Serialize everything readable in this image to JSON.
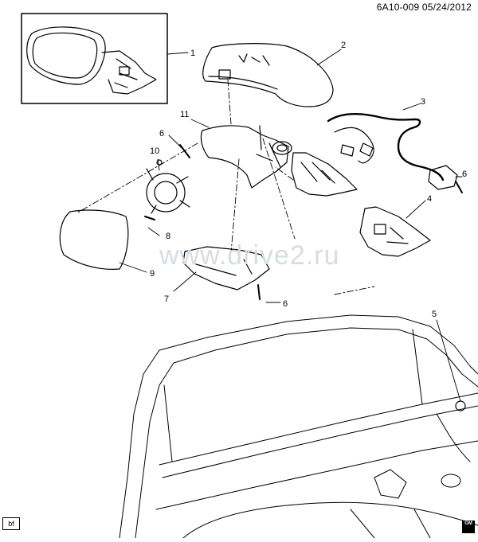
{
  "header": {
    "text": "6A10-009  05/24/2012"
  },
  "watermark": "www.drive2.ru",
  "corner_tag": "bf",
  "logo_text": "GM",
  "callouts": [
    "1",
    "2",
    "3",
    "4",
    "5",
    "6",
    "6",
    "6",
    "7",
    "8",
    "9",
    "10",
    "11"
  ]
}
